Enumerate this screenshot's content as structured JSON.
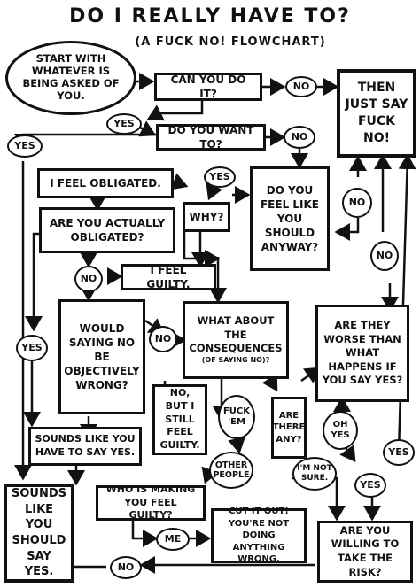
{
  "title": "DO I REALLY HAVE TO?",
  "subtitle": "(A FUCK NO! FLOWCHART)",
  "nodes": {
    "start": "START WITH WHATEVER IS BEING ASKED OF YOU.",
    "can": "CAN YOU DO IT?",
    "no1": "NO",
    "then_say": "THEN JUST SAY FUCK NO!",
    "yes1": "YES",
    "want": "DO YOU WANT TO?",
    "no2": "NO",
    "yes_left": "YES",
    "feel_obligated": "I FEEL OBLIGATED.",
    "yes2": "YES",
    "feel_like": "DO YOU FEEL LIKE YOU SHOULD ANYWAY?",
    "no3": "NO",
    "actually": "ARE YOU ACTUALLY OBLIGATED?",
    "why": "WHY?",
    "no4": "NO",
    "feel_guilty": "I FEEL GUILTY.",
    "no_right": "NO",
    "would": "WOULD SAYING NO BE OBJECTIVELY WRONG?",
    "no5": "NO",
    "consequences": "WHAT ABOUT THE CONSEQUENCES",
    "consequences_sub": "(OF SAYING NO)?",
    "worse": "ARE THEY WORSE THAN WHAT HAPPENS IF YOU SAY YES?",
    "yes3": "YES",
    "no_but": "NO, BUT I STILL FEEL GUILTY.",
    "fuck_em": "FUCK 'EM",
    "are_there": "ARE THERE ANY?",
    "oh_yes": "OH YES",
    "sounds_have": "SOUNDS LIKE YOU HAVE TO SAY YES.",
    "other_people": "OTHER PEOPLE",
    "im_not_sure": "I'M NOT SURE.",
    "yes4": "YES",
    "yes5": "YES",
    "who": "WHO IS MAKING YOU FEEL GUILTY?",
    "cut": "CUT IT OUT! YOU'RE NOT DOING ANYTHING WRONG.",
    "me": "ME",
    "sounds_should": "SOUNDS LIKE YOU SHOULD SAY YES.",
    "no6": "NO",
    "risk": "ARE YOU WILLING TO TAKE THE RISK?"
  }
}
